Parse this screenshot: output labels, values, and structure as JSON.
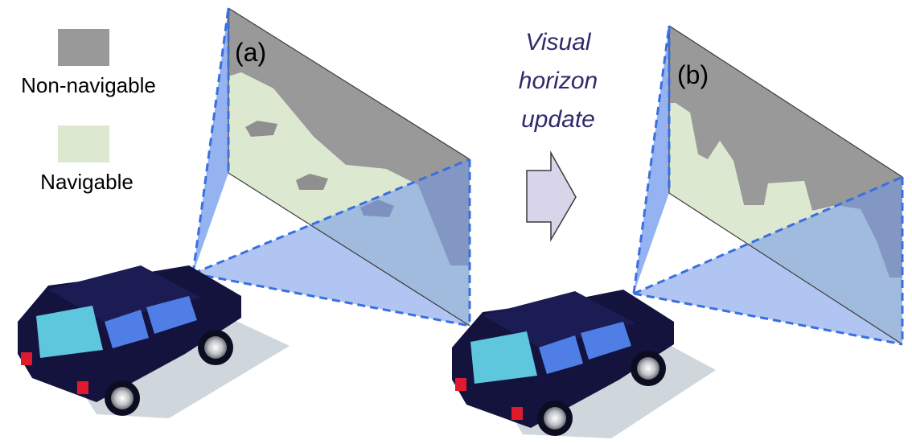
{
  "legend": {
    "non_navigable_label": "Non-navigable",
    "navigable_label": "Navigable"
  },
  "panels": {
    "a_label": "(a)",
    "b_label": "(b)"
  },
  "arrow_caption": {
    "line1": "Visual",
    "line2": "horizon",
    "line3": "update"
  },
  "colors": {
    "non_navigable": "#999999",
    "navigable": "#dce8d0",
    "frustum_fill": "#6f96e8",
    "frustum_edge": "#3a6fe0",
    "car_body": "#13133e",
    "car_window": "#5fc7dd",
    "car_light": "#e01a2c",
    "arrow_fill": "#d8d5ea",
    "caption": "#2e2a6b"
  }
}
